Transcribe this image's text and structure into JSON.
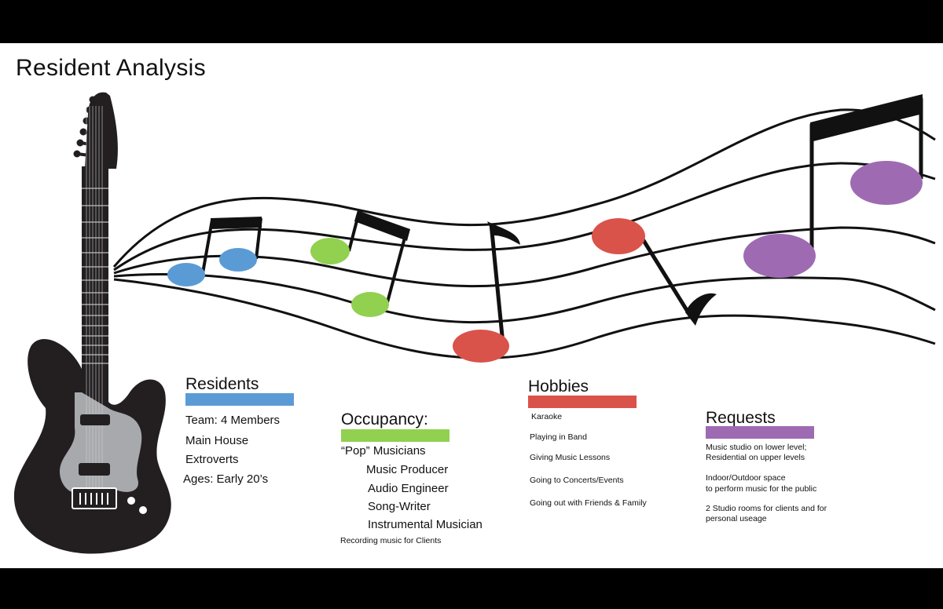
{
  "title": "Resident Analysis",
  "colors": {
    "residents": "#5b9bd5",
    "occupancy": "#92d050",
    "hobbies": "#d9534a",
    "requests": "#9e6bb3",
    "guitar_body": "#231f20",
    "pickguard": "#a7a9ac",
    "bars": "#000000"
  },
  "residents": {
    "heading": "Residents",
    "items": [
      "Team: 4 Members",
      "Main House",
      "Extroverts",
      "Ages: Early 20’s"
    ]
  },
  "occupancy": {
    "heading": "Occupancy:",
    "items": [
      "“Pop” Musicians",
      "Music Producer",
      "Audio Engineer",
      "Song-Writer",
      "Instrumental Musician",
      "Recording music for Clients"
    ]
  },
  "hobbies": {
    "heading": "Hobbies",
    "items": [
      "Karaoke",
      "Playing in Band",
      "Giving Music Lessons",
      "Going to Concerts/Events",
      "Going out with Friends & Family"
    ]
  },
  "requests": {
    "heading": "Requests",
    "items": [
      "Music studio on lower level;",
      "Residential on upper levels",
      "Indoor/Outdoor space",
      "to perform music for the public",
      "2 Studio rooms for clients and for",
      "personal useage"
    ]
  },
  "icons": {
    "guitar": "electric-guitar-icon",
    "staff": "music-staff",
    "notes": "music-note-icon"
  }
}
